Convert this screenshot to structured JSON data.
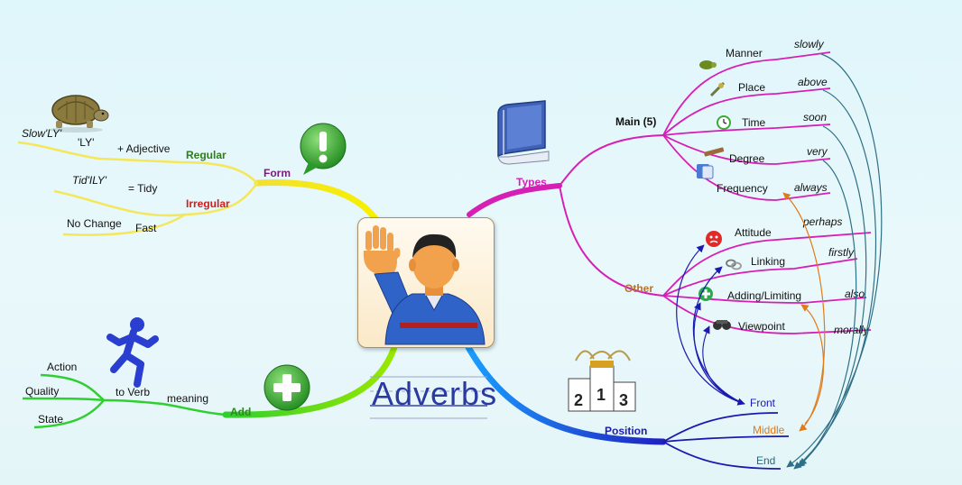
{
  "title": "Adverbs",
  "branches": {
    "form": {
      "label": "Form",
      "color": "#7a1a7a",
      "regular": {
        "label": "Regular",
        "color": "#2e7d1c",
        "rule": "+ Adjective",
        "suffix": "'LY'",
        "example": "Slow'LY'"
      },
      "irregular": {
        "label": "Irregular",
        "color": "#d01e1e",
        "rule": "= Tidy",
        "example": "Tid'ILY'"
      },
      "no_change": {
        "label": "No Change",
        "example": "Fast"
      }
    },
    "add": {
      "label": "Add",
      "color": "#2b8a1a",
      "meaning": "meaning",
      "to_verb": "to Verb",
      "items": [
        "Action",
        "Quality",
        "State"
      ]
    },
    "types": {
      "label": "Types",
      "color": "#d61fb5",
      "main": {
        "label": "Main (5)",
        "items": [
          {
            "label": "Manner",
            "example": "slowly"
          },
          {
            "label": "Place",
            "example": "above"
          },
          {
            "label": "Time",
            "example": "soon"
          },
          {
            "label": "Degree",
            "example": "very"
          },
          {
            "label": "Frequency",
            "example": "always"
          }
        ]
      },
      "other": {
        "label": "Other",
        "color": "#b5742a",
        "items": [
          {
            "label": "Attitude",
            "example": "perhaps"
          },
          {
            "label": "Linking",
            "example": "firstly"
          },
          {
            "label": "Adding/Limiting",
            "example": "also"
          },
          {
            "label": "Viewpoint",
            "example": "morally"
          }
        ]
      }
    },
    "position": {
      "label": "Position",
      "color": "#1a1ab0",
      "items": [
        {
          "label": "Front",
          "color": "#1a1ab0"
        },
        {
          "label": "Middle",
          "color": "#e07b1a"
        },
        {
          "label": "End",
          "color": "#1f6b82"
        }
      ],
      "podium": [
        "2",
        "1",
        "3"
      ]
    }
  },
  "icons": [
    "tortoise-icon",
    "exclamation-icon",
    "runner-icon",
    "plus-icon",
    "book-icon",
    "podium-icon",
    "person-waving-icon",
    "manner-icon",
    "place-icon",
    "time-icon",
    "degree-icon",
    "frequency-icon",
    "attitude-icon",
    "linking-icon",
    "adding-icon",
    "viewpoint-icon"
  ]
}
